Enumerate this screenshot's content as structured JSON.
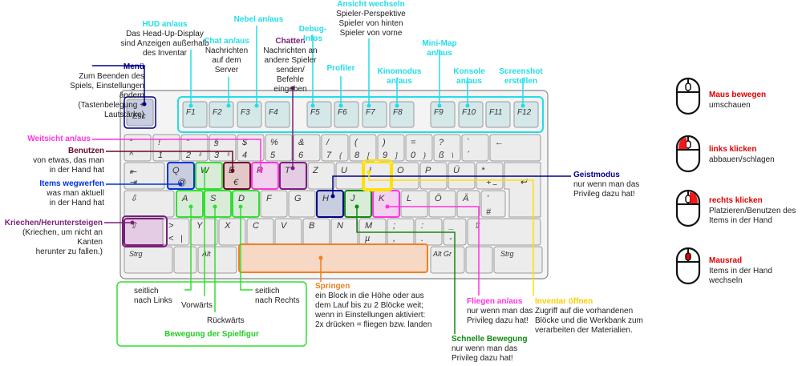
{
  "keyboard": {
    "esc": "Esc",
    "fkeys": [
      "F1",
      "F2",
      "F3",
      "F4",
      "F5",
      "F6",
      "F7",
      "F8",
      "F9",
      "F10",
      "F11",
      "F12"
    ],
    "row1": [
      {
        "top": "°",
        "bot": "^"
      },
      {
        "top": "!",
        "bot": "1"
      },
      {
        "top": "\"",
        "bot": "2",
        "alt": "²"
      },
      {
        "top": "§",
        "bot": "3",
        "alt": "³"
      },
      {
        "top": "$",
        "bot": "4"
      },
      {
        "top": "%",
        "bot": "5"
      },
      {
        "top": "&",
        "bot": "6"
      },
      {
        "top": "/",
        "bot": "7",
        "alt": "{"
      },
      {
        "top": "(",
        "bot": "8",
        "alt": "["
      },
      {
        "top": ")",
        "bot": "9",
        "alt": "]"
      },
      {
        "top": "=",
        "bot": "0",
        "alt": "}"
      },
      {
        "top": "?",
        "bot": "ß",
        "alt": "\\"
      },
      {
        "top": "`",
        "bot": "´"
      },
      {
        "top": "←",
        "bot": ""
      }
    ],
    "row2": [
      {
        "top": "⇤",
        "bot": "⇥"
      },
      {
        "top": "Q",
        "bot": "@"
      },
      {
        "top": "W",
        "bot": ""
      },
      {
        "top": "E",
        "bot": "€"
      },
      {
        "top": "R",
        "bot": ""
      },
      {
        "top": "T",
        "bot": ""
      },
      {
        "top": "Z",
        "bot": ""
      },
      {
        "top": "U",
        "bot": ""
      },
      {
        "top": "I",
        "bot": ""
      },
      {
        "top": "O",
        "bot": ""
      },
      {
        "top": "P",
        "bot": ""
      },
      {
        "top": "Ü",
        "bot": ""
      },
      {
        "top": "*",
        "bot": "+",
        "alt": "~"
      },
      {
        "top": "↵",
        "bot": ""
      }
    ],
    "row3": [
      {
        "top": "⇩",
        "bot": ""
      },
      {
        "top": "A",
        "bot": ""
      },
      {
        "top": "S",
        "bot": ""
      },
      {
        "top": "D",
        "bot": ""
      },
      {
        "top": "F",
        "bot": ""
      },
      {
        "top": "G",
        "bot": ""
      },
      {
        "top": "H",
        "bot": ""
      },
      {
        "top": "J",
        "bot": ""
      },
      {
        "top": "K",
        "bot": ""
      },
      {
        "top": "L",
        "bot": ""
      },
      {
        "top": "Ö",
        "bot": ""
      },
      {
        "top": "Ä",
        "bot": ""
      },
      {
        "top": "'",
        "bot": "#"
      }
    ],
    "row4": [
      {
        "top": "⇧",
        "bot": ""
      },
      {
        "top": ">",
        "bot": "<",
        "alt": "|"
      },
      {
        "top": "Y",
        "bot": ""
      },
      {
        "top": "X",
        "bot": ""
      },
      {
        "top": "C",
        "bot": ""
      },
      {
        "top": "V",
        "bot": ""
      },
      {
        "top": "B",
        "bot": ""
      },
      {
        "top": "N",
        "bot": ""
      },
      {
        "top": "M",
        "bot": "µ"
      },
      {
        "top": ";",
        "bot": ","
      },
      {
        "top": ":",
        "bot": "."
      },
      {
        "top": "_",
        "bot": "-"
      },
      {
        "top": "⇧",
        "bot": ""
      }
    ],
    "row5": [
      {
        "top": "Strg",
        "bot": ""
      },
      {
        "top": "",
        "bot": ""
      },
      {
        "top": "Alt",
        "bot": ""
      },
      {
        "top": "",
        "bot": ""
      },
      {
        "top": "Alt Gr",
        "bot": ""
      },
      {
        "top": "",
        "bot": ""
      },
      {
        "top": "",
        "bot": ""
      },
      {
        "top": "Strg",
        "bot": ""
      }
    ]
  },
  "annotations": {
    "menu": {
      "title": "Menü",
      "body": [
        "Zum Beenden des",
        "Spiels, Einstellungen ändern",
        "(Tastenbelegung + Lautstärke)"
      ]
    },
    "hud": {
      "title": "HUD an/aus",
      "body": [
        "Das Head-Up-Display",
        "sind Anzeigen außerhalb",
        "des Inventar"
      ]
    },
    "chat_toggle": {
      "title": "Chat an/aus",
      "body": [
        "Nachrichten",
        "auf dem",
        "Server"
      ]
    },
    "fog": {
      "title": "Nebel an/aus",
      "body": []
    },
    "chat": {
      "title": "Chatten",
      "body": [
        "Nachrichten an",
        "andere Spieler",
        "senden/",
        "Befehle",
        "eingeben"
      ]
    },
    "debug": {
      "title": "Debug-\nInfos",
      "body": []
    },
    "view": {
      "title": "Ansicht wechseln",
      "body": [
        "Spieler-Perspektive",
        "Spieler von hinten",
        "Spieler von vorne"
      ]
    },
    "profiler": {
      "title": "Profiler",
      "body": []
    },
    "cinema": {
      "title": "Kinomodus\nan/aus",
      "body": []
    },
    "minimap": {
      "title": "Mini-Map\nan/aus",
      "body": []
    },
    "console": {
      "title": "Konsole\nan/aus",
      "body": []
    },
    "screenshot": {
      "title": "Screenshot\nerstellen",
      "body": []
    },
    "range": {
      "title": "Weitsicht an/aus",
      "body": []
    },
    "use": {
      "title": "Benutzen",
      "body": [
        "von etwas, das man",
        "in der Hand hat"
      ]
    },
    "drop": {
      "title": "Items wegwerfen",
      "body": [
        "was man aktuell",
        "in der Hand hat"
      ]
    },
    "sneak": {
      "title": "Kriechen/Heruntersteigen",
      "body": [
        "(Kriechen, um nicht an Kanten",
        "herunter zu fallen.)"
      ]
    },
    "ghost": {
      "title": "Geistmodus",
      "body": [
        "nur wenn man das",
        "Privileg dazu hat!"
      ]
    },
    "inventory": {
      "title": "Inventar öffnen",
      "body": [
        "Zugriff auf die vorhandenen",
        "Blöcke und die Werkbank zum",
        "verarbeiten der Materialien."
      ]
    },
    "fly": {
      "title": "Fliegen an/aus",
      "body": [
        "nur wenn man das",
        "Privileg dazu hat!"
      ]
    },
    "fast": {
      "title": "Schnelle Bewegung",
      "body": [
        "nur wenn man das",
        "Privileg dazu hat!"
      ]
    },
    "jump": {
      "title": "Springen",
      "body": [
        "ein Block in die Höhe oder aus",
        "dem Lauf bis zu 2 Blöcke weit;",
        "wenn in Einstellungen aktiviert:",
        "2x drücken = fliegen bzw. landen"
      ]
    },
    "move": {
      "title": "Bewegung der Spielfigur",
      "left": [
        "seitlich",
        "nach Links"
      ],
      "forward": "Vorwärts",
      "back": "Rückwärts",
      "right": [
        "seitlich",
        "nach Rechts"
      ]
    }
  },
  "mouse": [
    {
      "title": "Maus bewegen",
      "body": [
        "umschauen"
      ]
    },
    {
      "title": "links klicken",
      "body": [
        "abbauen/schlagen"
      ]
    },
    {
      "title": "rechts klicken",
      "body": [
        "Platzieren/Benutzen des",
        "Items in der Hand"
      ]
    },
    {
      "title": "Mausrad",
      "body": [
        "Items in der Hand wechseln"
      ]
    }
  ],
  "colors": {
    "cyan": "#22dde8",
    "navy": "#00008b",
    "magenta": "#ff33dd",
    "maroon": "#6b0a2a",
    "blue": "#0033dd",
    "purple": "#7a1f7a",
    "lime": "#33dd33",
    "darkgreen": "#118811",
    "orange": "#f08020",
    "yellow": "#ffe000",
    "red": "#ee0000"
  }
}
